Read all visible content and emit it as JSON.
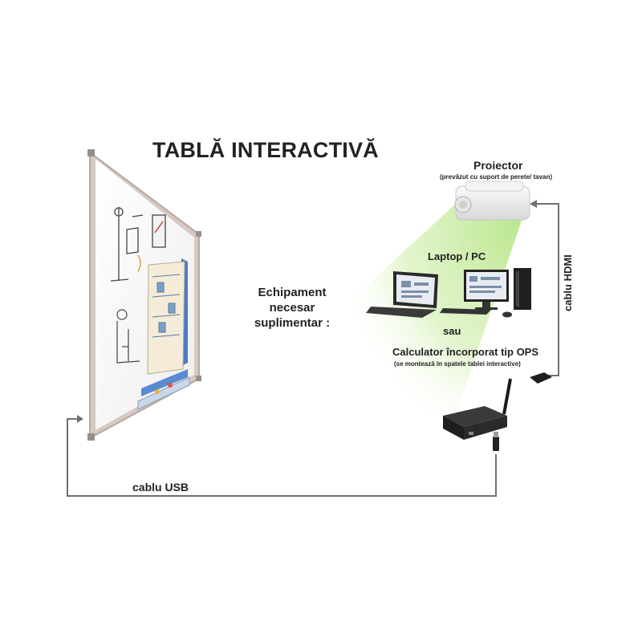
{
  "title": "TABLĂ INTERACTIVĂ",
  "projector": {
    "label": "Proiector",
    "note": "(prevăzut cu suport de perete/ tavan)"
  },
  "computer": {
    "label": "Laptop / PC"
  },
  "extra_equipment": {
    "line1": "Echipament",
    "line2": "necesar",
    "line3": "suplimentar :"
  },
  "or_label": "sau",
  "ops": {
    "label": "Calculator încorporat tip OPS",
    "note": "(se montează în spatele tablei interactive)"
  },
  "cables": {
    "usb": "cablu USB",
    "hdmi": "cablu HDMI"
  },
  "colors": {
    "beam": "#b8e68a",
    "connector": "#707070",
    "whiteboard_frame": "#d8c8c2"
  }
}
